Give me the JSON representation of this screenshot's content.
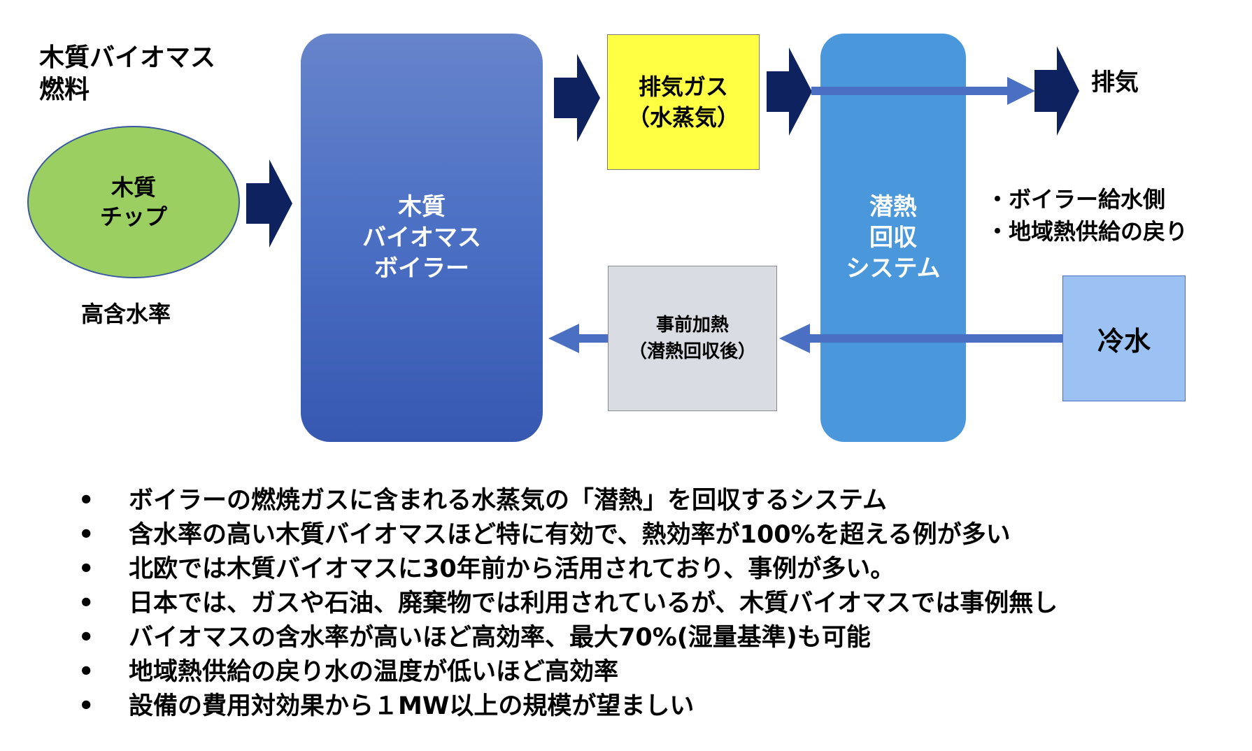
{
  "fuel_label": [
    "木質バイオマス",
    "燃料"
  ],
  "chip": {
    "lines": [
      "木質",
      "チップ"
    ],
    "color": "#9bcf62"
  },
  "chip_caption": "高含水率",
  "boiler": {
    "lines": [
      "木質",
      "バイオマス",
      "ボイラー"
    ],
    "color": "#4a6fc3"
  },
  "exhaust_gas": {
    "lines": [
      "排気ガス",
      "（水蒸気）"
    ],
    "color": "#ffff44"
  },
  "latent_heat": {
    "lines": [
      "潜熱",
      "回収",
      "システム"
    ],
    "color": "#4a97dc"
  },
  "exhaust_out": "排気",
  "water_sources": [
    "・ボイラー給水側",
    "・地域熱供給の戻り"
  ],
  "cold_water": {
    "label": "冷水",
    "color": "#9cc2f4"
  },
  "preheat": {
    "lines": [
      "事前加熱",
      "（潜熱回収後）"
    ],
    "color": "#d9dce3"
  },
  "bullets": [
    "ボイラーの燃焼ガスに含まれる水蒸気の「潜熱」を回収するシステム",
    "含水率の高い木質バイオマスほど特に有効で、熱効率が100%を超える例が多い",
    "北欧では木質バイオマスに30年前から活用されており、事例が多い。",
    "日本では、ガスや石油、廃棄物では利用されているが、木質バイオマスでは事例無し",
    "バイオマスの含水率が高いほど高効率、最大70%(湿量基準)も可能",
    "地域熱供給の戻り水の温度が低いほど高効率",
    "設備の費用対効果から１MW以上の規模が望ましい"
  ],
  "colors": {
    "big_arrow": "#0e2260",
    "flow_line": "#4a6fc3"
  }
}
